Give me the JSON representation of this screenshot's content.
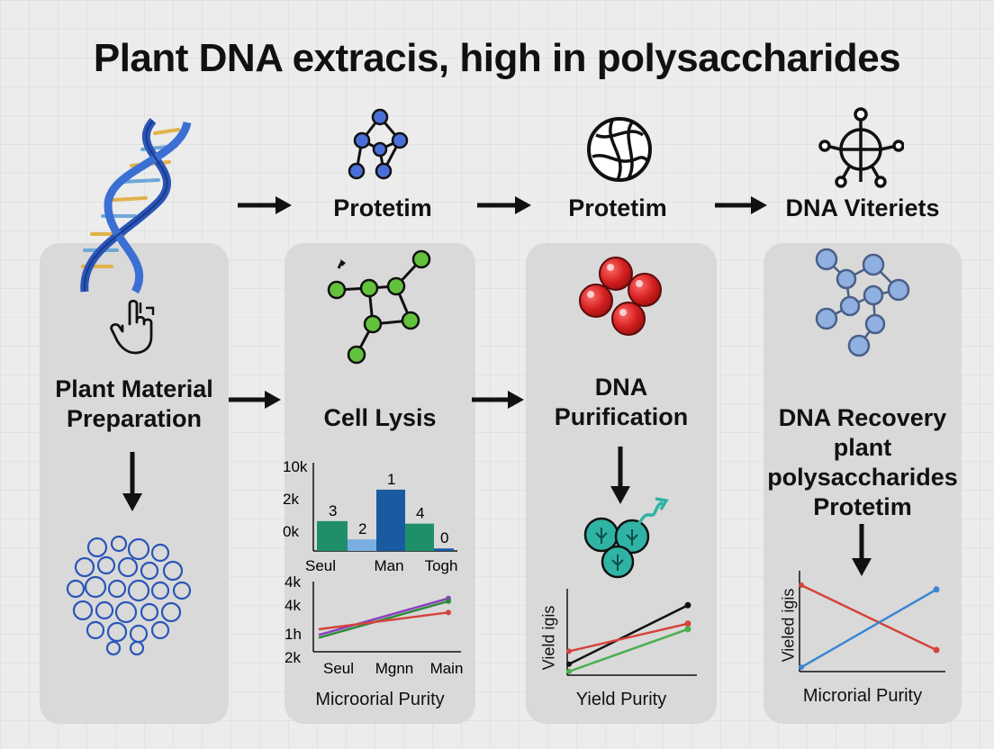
{
  "title": "Plant DNA extracis, high in polysaccharides",
  "top_row": {
    "labels": [
      "Protetim",
      "Protetim",
      "DNA Viteriets"
    ]
  },
  "icons": {
    "dna": "dna-helix-icon",
    "hand": "pointing-hand-icon",
    "network": "molecule-network-icon",
    "globe": "globe-icon",
    "hub": "hub-icon",
    "green_molecule": "green-molecule-icon",
    "red_beads": "red-beads-icon",
    "blue_network": "blue-network-icon",
    "teal_cells": "teal-cells-icon",
    "blue_tangle": "blue-tangle-icon"
  },
  "panels": [
    {
      "label_lines": [
        "Plant Material",
        "Preparation"
      ]
    },
    {
      "label_lines": [
        "Cell Lysis"
      ]
    },
    {
      "label_lines": [
        "DNA",
        "Purification"
      ]
    },
    {
      "label_lines": [
        "DNA Recovery",
        "plant",
        "polysaccharides",
        "Protetim"
      ]
    }
  ],
  "chart_data": [
    {
      "type": "bar",
      "categories": [
        "Seul",
        "Man",
        "Togh"
      ],
      "y_tick_labels": [
        "10k",
        "2k",
        "0k"
      ],
      "bars": [
        {
          "category": "Seul",
          "value": 3.6,
          "label": "3",
          "color": "#1f8f6a"
        },
        {
          "category": "Seul",
          "value": 1.4,
          "label": "2",
          "color": "#7aaee0"
        },
        {
          "category": "Man",
          "value": 7.4,
          "label": "1",
          "color": "#1a5aa0"
        },
        {
          "category": "Man",
          "value": 3.3,
          "label": "4",
          "color": "#1f8f6a"
        },
        {
          "category": "Togh",
          "value": 0.3,
          "label": "0",
          "color": "#1a5aa0"
        }
      ],
      "ylim": [
        0,
        10
      ]
    },
    {
      "type": "line",
      "categories": [
        "Seul",
        "Mgnn",
        "Main"
      ],
      "y_tick_labels": [
        "4k",
        "4k",
        "1h",
        "2k"
      ],
      "xlabel": "Microorial Purity",
      "series": [
        {
          "values": [
            1.2,
            3.8
          ],
          "color": "#8a3fbf"
        },
        {
          "values": [
            1.0,
            3.6
          ],
          "color": "#2e8b3a"
        },
        {
          "values": [
            1.6,
            2.8
          ],
          "color": "#d4443a"
        }
      ],
      "ylim": [
        0,
        5
      ]
    },
    {
      "type": "line",
      "ylabel": "Vield igis",
      "xlabel": "Yield Purity",
      "series": [
        {
          "values": [
            1.2,
            7.6
          ],
          "color": "#111111"
        },
        {
          "values": [
            2.6,
            5.6
          ],
          "color": "#d4443a"
        },
        {
          "values": [
            0.4,
            5.0
          ],
          "color": "#4caf50"
        }
      ],
      "ylim": [
        0,
        9
      ]
    },
    {
      "type": "line",
      "ylabel": "Vieled igis",
      "xlabel": "Microrial Purity",
      "series": [
        {
          "values": [
            8.0,
            2.0
          ],
          "color": "#d4443a"
        },
        {
          "values": [
            0.4,
            7.6
          ],
          "color": "#3a86d4"
        }
      ],
      "ylim": [
        0,
        9
      ]
    }
  ],
  "colors": {
    "panel": "#d9d9d9",
    "dna_blue": "#2a55b8",
    "node_blue": "#4a6fd8",
    "node_green": "#62c23c",
    "bead_red": "#d42020",
    "teal": "#2fb3a4"
  }
}
